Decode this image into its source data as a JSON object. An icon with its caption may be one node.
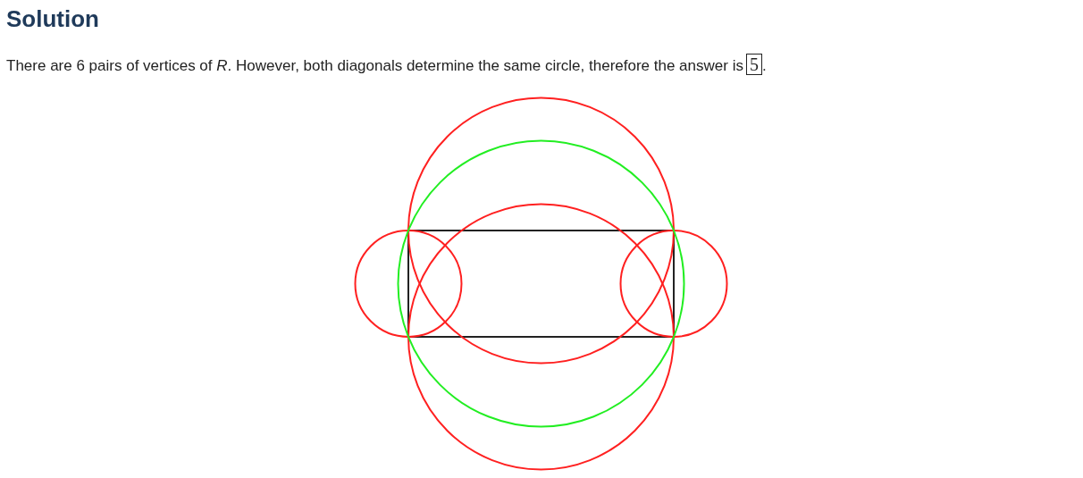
{
  "diagram": {
    "title": "Solution",
    "labels": [
      "There are 6 pairs of vertices of *R*. However, both diagonals determine the same circle, therefore the answer is",
      "5",
      "."
    ]
  }
}
